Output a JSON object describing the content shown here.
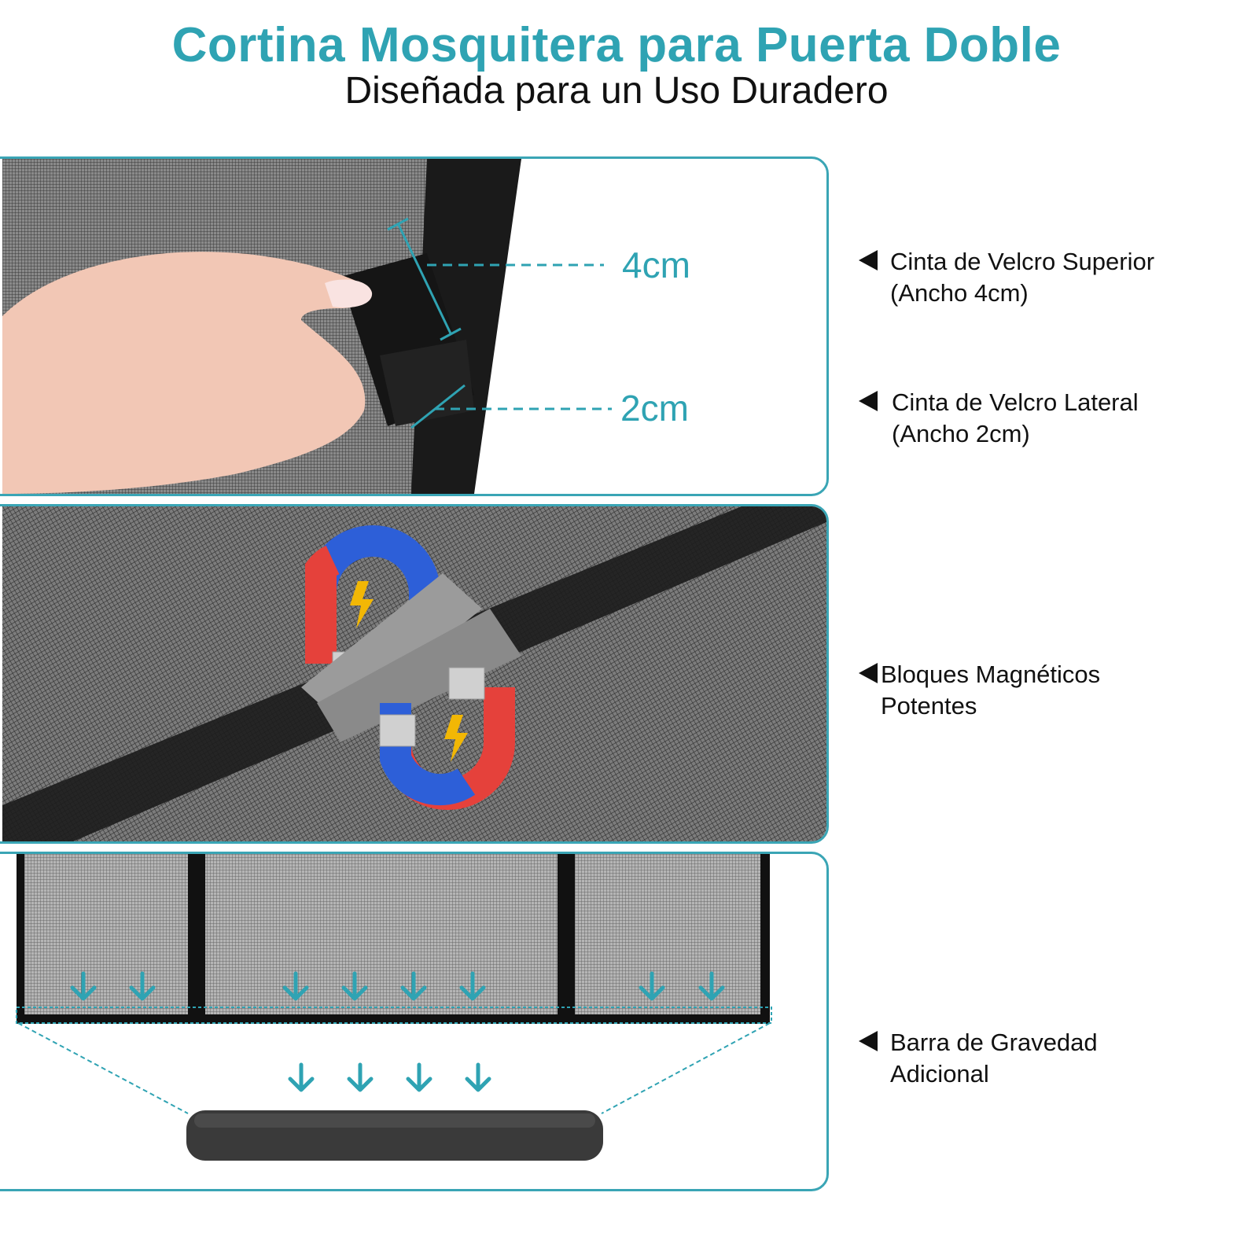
{
  "header": {
    "title": "Cortina Mosquitera para Puerta Doble",
    "subtitle": "Diseñada para un Uso Duradero"
  },
  "measurements": {
    "top_width": "4cm",
    "side_width": "2cm"
  },
  "features": [
    {
      "line1": "Cinta de Velcro Superior",
      "line2": "(Ancho 4cm)"
    },
    {
      "line1": "Cinta de Velcro Lateral",
      "line2": "(Ancho 2cm)"
    },
    {
      "line1": "Bloques Magnéticos",
      "line2": "Potentes"
    },
    {
      "line1": "Barra de Gravedad",
      "line2": "Adicional"
    }
  ],
  "colors": {
    "accent": "#2fa3b3",
    "magnet_red": "#e5413b",
    "magnet_blue": "#2d5fd8",
    "mesh": "#6b6b6b"
  },
  "icons": [
    "left-triangle-icon",
    "magnet-icon",
    "lightning-icon",
    "down-arrow-icon"
  ]
}
